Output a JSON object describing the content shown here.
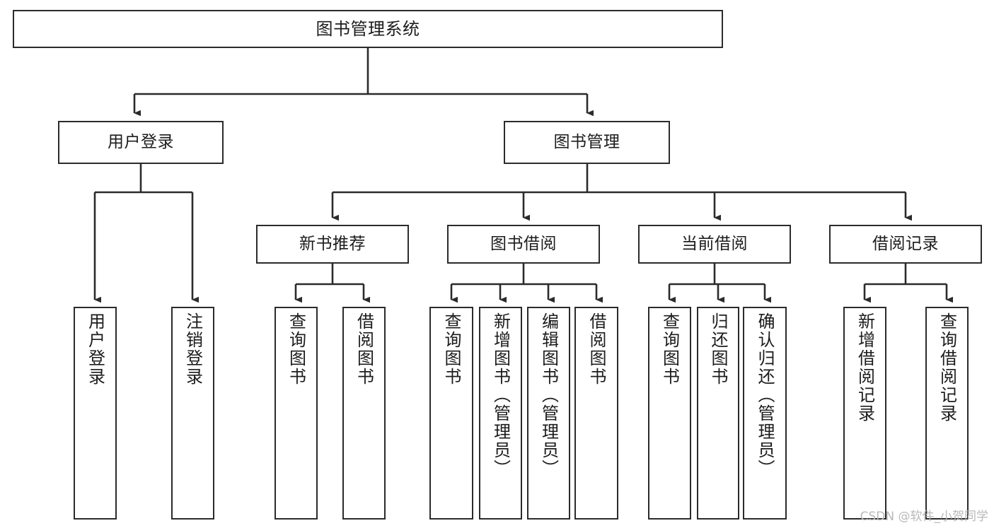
{
  "diagram": {
    "title": "图书管理系统",
    "type": "tree-hierarchy",
    "colors": {
      "stroke": "#2b2b2b",
      "fill": "#ffffff",
      "text": "#1c1c1c",
      "watermark": "#b9b9b9"
    },
    "nodes": {
      "root": {
        "label": "图书管理系统"
      },
      "tier2": [
        {
          "id": "user-login",
          "label": "用户登录"
        },
        {
          "id": "book-manage",
          "label": "图书管理"
        }
      ],
      "tier3": [
        {
          "id": "new-book-recommend",
          "label": "新书推荐"
        },
        {
          "id": "book-borrow",
          "label": "图书借阅"
        },
        {
          "id": "current-borrow",
          "label": "当前借阅"
        },
        {
          "id": "borrow-record",
          "label": "借阅记录"
        }
      ],
      "leaves": {
        "user_login": [
          {
            "id": "leaf-user-login",
            "label": "用户登录"
          },
          {
            "id": "leaf-logout-login",
            "label": "注销登录"
          }
        ],
        "new_book_recommend": [
          {
            "id": "leaf-query-book-1",
            "label": "查询图书"
          },
          {
            "id": "leaf-borrow-book-1",
            "label": "借阅图书"
          }
        ],
        "book_borrow": [
          {
            "id": "leaf-query-book-2",
            "label": "查询图书"
          },
          {
            "id": "leaf-add-book",
            "label": "新增图书（管理员）"
          },
          {
            "id": "leaf-edit-book",
            "label": "编辑图书（管理员）"
          },
          {
            "id": "leaf-borrow-book-2",
            "label": "借阅图书"
          }
        ],
        "current_borrow": [
          {
            "id": "leaf-query-book-3",
            "label": "查询图书"
          },
          {
            "id": "leaf-return-book",
            "label": "归还图书"
          },
          {
            "id": "leaf-confirm-return",
            "label": "确认归还（管理员）"
          }
        ],
        "borrow_record": [
          {
            "id": "leaf-add-record",
            "label": "新增借阅记录"
          },
          {
            "id": "leaf-query-record",
            "label": "查询借阅记录"
          }
        ]
      }
    },
    "watermark": "CSDN @软件_小贺同学"
  }
}
